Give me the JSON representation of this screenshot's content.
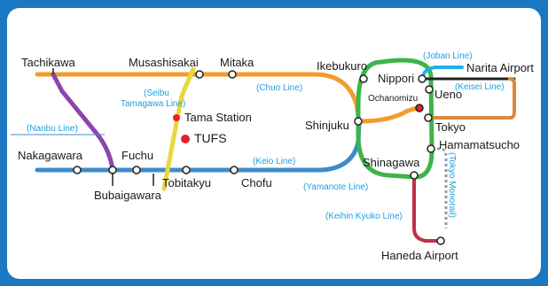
{
  "stations": {
    "tachikawa": "Tachikawa",
    "musashisakai": "Musashisakai",
    "mitaka": "Mitaka",
    "ikebukuro": "Ikebukuro",
    "nippori": "Nippori",
    "narita": "Narita Airport",
    "ueno": "Ueno",
    "ochanomizu": "Ochanomizu",
    "tokyo": "Tokyo",
    "shinjuku": "Shinjuku",
    "hamamatsucho": "Hamamatsucho",
    "shinagawa": "Shinagawa",
    "haneda": "Haneda Airport",
    "nakagawara": "Nakagawara",
    "fuchu": "Fuchu",
    "bubaigawara": "Bubaigawara",
    "tobitakyu": "Tobitakyu",
    "chofu": "Chofu",
    "tama": "Tama Station",
    "tufs": "TUFS"
  },
  "lines": {
    "chuo": "(Chuo Line)",
    "seibu_1": "(Seibu",
    "seibu_2": "Tamagawa Line)",
    "nanbu": "(Nanbu Line)",
    "keio": "(Keio Line)",
    "yamanote": "(Yamanote Line)",
    "joban": "(Joban Line)",
    "keisei": "(Keisei Line)",
    "keihin": "(Keihin Kyuko Line)",
    "monorail": "(Tokyo Monorail)"
  },
  "colors": {
    "frame": "#1a78c2",
    "chuo": "#f39c2e",
    "keio": "#3d8ccc",
    "yamanote": "#3cb44a",
    "nanbu": "#8e44ad",
    "seibu": "#e6d93a",
    "joban": "#1fb0e8",
    "keisei": "#d98a3a",
    "keihin": "#c0304a",
    "monorail": "#9a9a9a",
    "marker": "#e8202a"
  }
}
